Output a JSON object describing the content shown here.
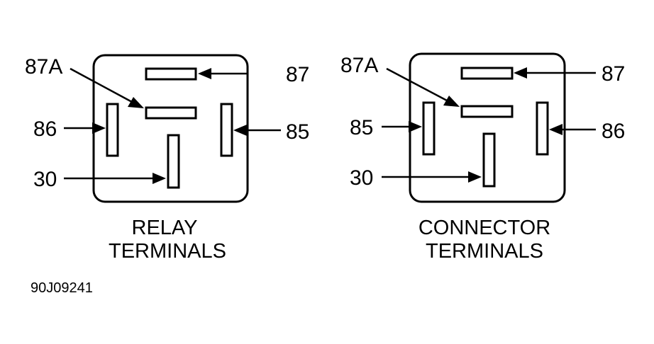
{
  "relay": {
    "caption_line1": "RELAY",
    "caption_line2": "TERMINALS",
    "labels": {
      "pin_87a": "87A",
      "pin_87": "87",
      "left": "86",
      "right": "85",
      "bottom": "30"
    }
  },
  "connector": {
    "caption_line1": "CONNECTOR",
    "caption_line2": "TERMINALS",
    "labels": {
      "pin_87a": "87A",
      "pin_87": "87",
      "left": "85",
      "right": "86",
      "bottom": "30"
    }
  },
  "figure_id": "90J09241"
}
